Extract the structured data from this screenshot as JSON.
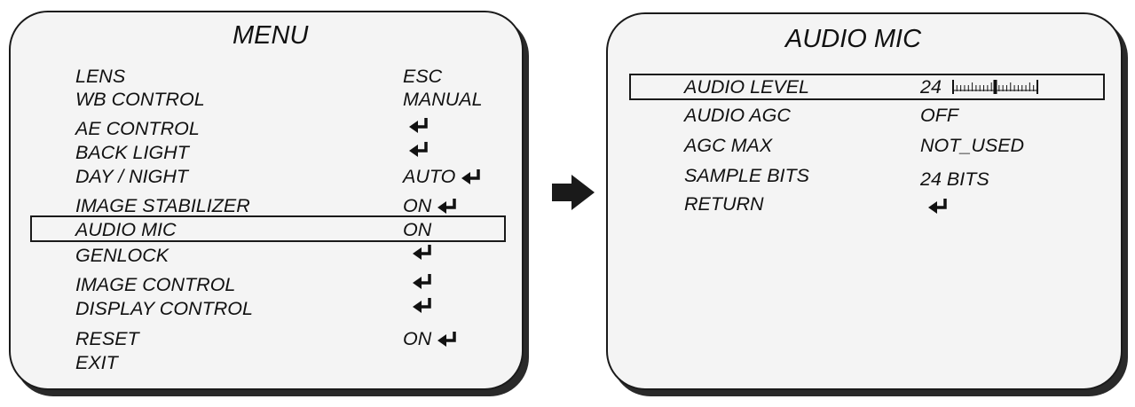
{
  "menu": {
    "title": "MENU",
    "items": [
      {
        "label": "LENS",
        "value": "ESC",
        "enter": false
      },
      {
        "label": "WB CONTROL",
        "value": "MANUAL",
        "enter": false
      },
      {
        "label": "AE CONTROL",
        "value": "",
        "enter": true
      },
      {
        "label": "BACK LIGHT",
        "value": "",
        "enter": true
      },
      {
        "label": "DAY / NIGHT",
        "value": "AUTO",
        "enter": true
      },
      {
        "label": "IMAGE STABILIZER",
        "value": "ON",
        "enter": true
      },
      {
        "label": "AUDIO MIC",
        "value": "ON",
        "enter": false,
        "selected": true
      },
      {
        "label": "GENLOCK",
        "value": "",
        "enter": true
      },
      {
        "label": "IMAGE CONTROL",
        "value": "",
        "enter": true
      },
      {
        "label": "DISPLAY CONTROL",
        "value": "",
        "enter": true
      },
      {
        "label": "RESET",
        "value": "ON",
        "enter": true
      },
      {
        "label": "EXIT",
        "value": "",
        "enter": false
      }
    ]
  },
  "audio_mic": {
    "title": "AUDIO MIC",
    "items": [
      {
        "label": "AUDIO LEVEL",
        "value": "24",
        "level_fraction": 0.5,
        "selected": true
      },
      {
        "label": "AUDIO AGC",
        "value": "OFF"
      },
      {
        "label": "AGC MAX",
        "value": "NOT_USED"
      },
      {
        "label": "SAMPLE BITS",
        "value": "24 BITS"
      },
      {
        "label": "RETURN",
        "value": "",
        "enter": true
      }
    ]
  },
  "icons": {
    "enter": "enter-return-icon",
    "transition": "right-arrow-icon"
  },
  "colors": {
    "text": "#111111",
    "panel_bg": "#f4f4f4",
    "border": "#1a1a1a"
  }
}
